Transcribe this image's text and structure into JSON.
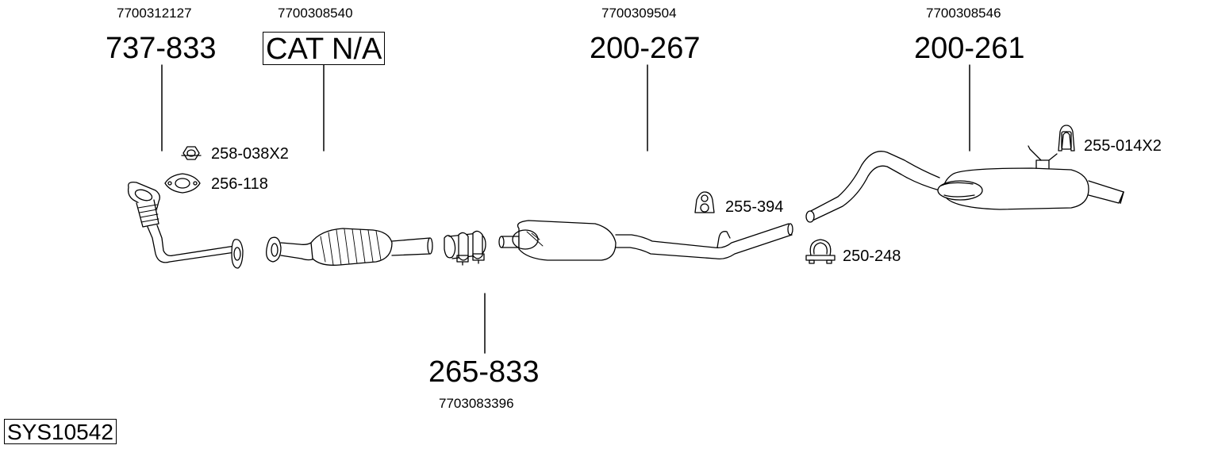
{
  "parts": {
    "front_pipe": {
      "oem": "7700312127",
      "number": "737-833"
    },
    "catalyst": {
      "oem": "7700308540",
      "number": "CAT N/A"
    },
    "middle_silencer": {
      "oem": "7700309504",
      "number": "200-267"
    },
    "rear_silencer": {
      "oem": "7700308546",
      "number": "200-261"
    },
    "repair_pipe": {
      "oem": "7703083396",
      "number": "265-833"
    }
  },
  "fittings": {
    "nut": "258-038X2",
    "gasket": "256-118",
    "rubber_mount_mid": "255-394",
    "clamp": "250-248",
    "rubber_mount_rear": "255-014X2"
  },
  "system_id": "SYS10542",
  "colors": {
    "line": "#000000",
    "background": "#ffffff"
  }
}
